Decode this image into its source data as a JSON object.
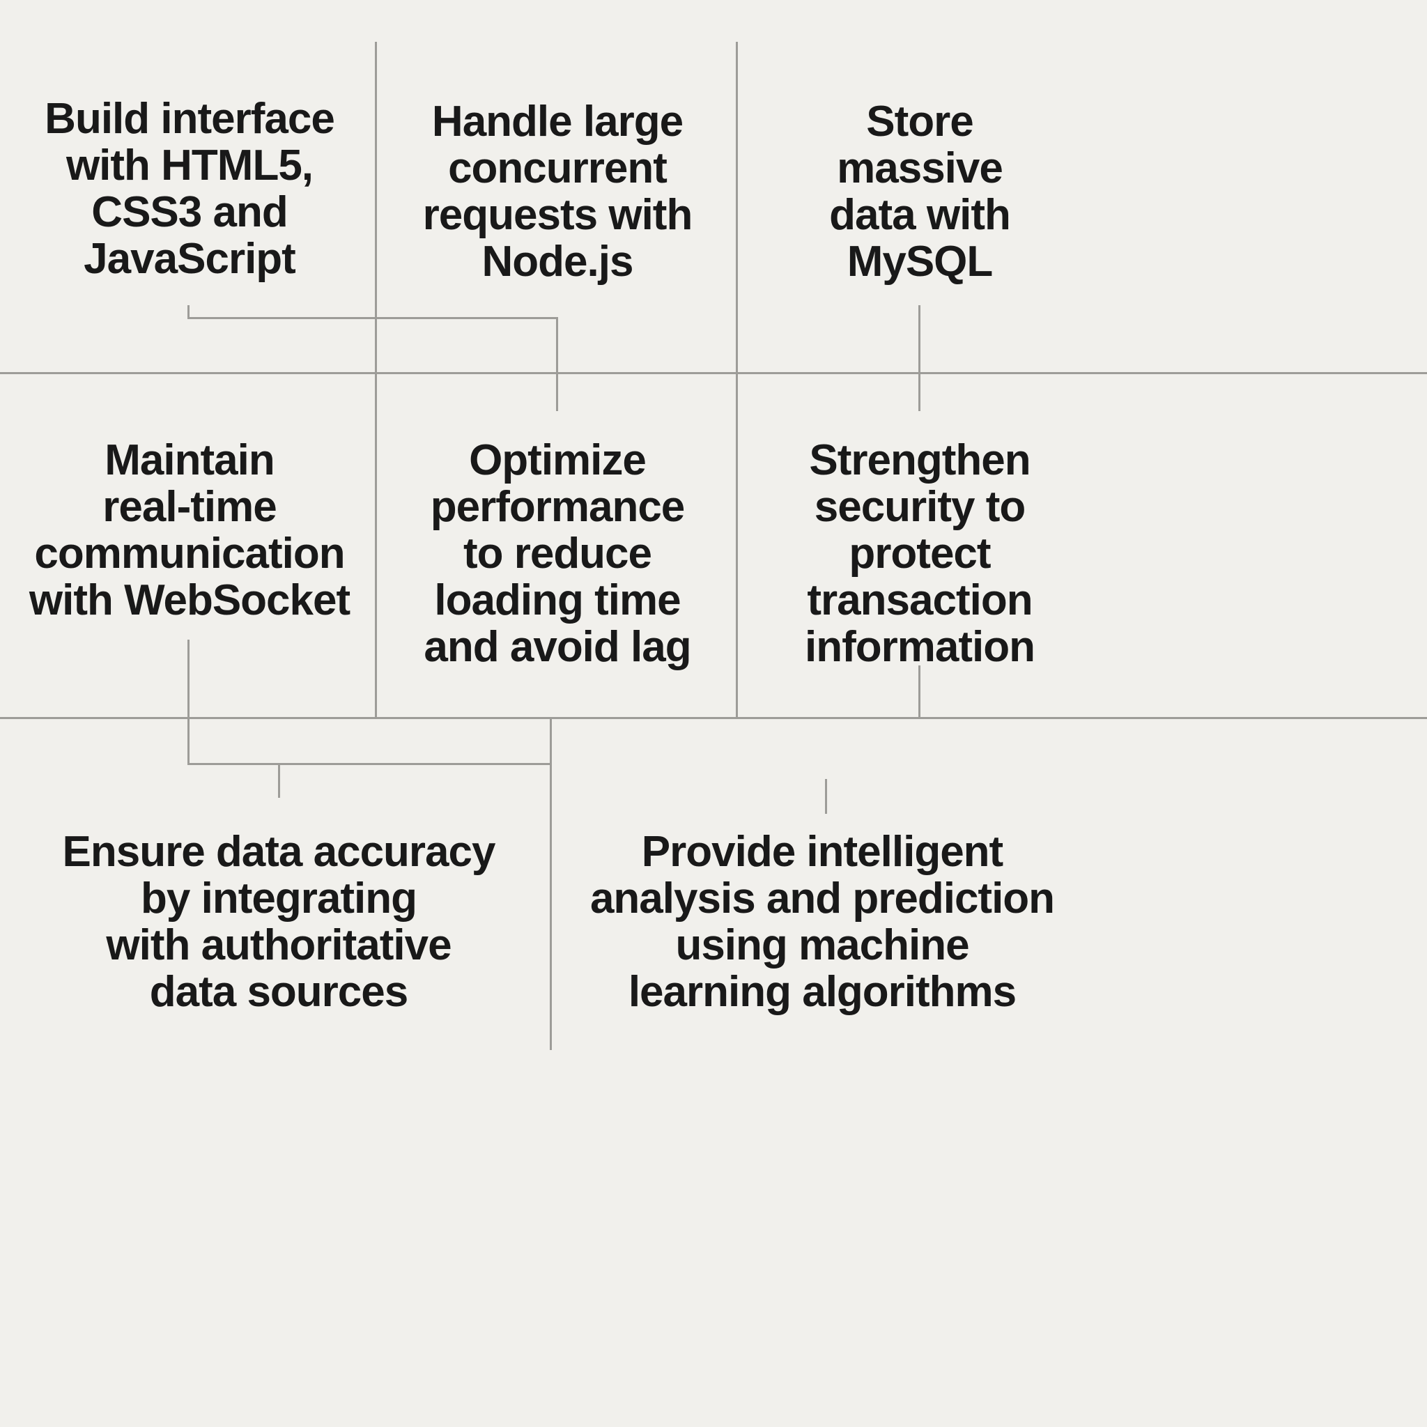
{
  "colors": {
    "bg": "#f1f0ec",
    "line": "#9d9c98",
    "text": "#191919"
  },
  "diagram": {
    "type": "requirements-grid",
    "blocks": {
      "frontend": {
        "text": "Build interface\nwith HTML5,\nCSS3 and\nJavaScript"
      },
      "concurrency": {
        "text": "Handle large\nconcurrent\nrequests with\nNode.js"
      },
      "storage": {
        "text": "Store\nmassive\ndata with\nMySQL"
      },
      "realtime": {
        "text": "Maintain\nreal-time\ncommunication\nwith WebSocket"
      },
      "performance": {
        "text": "Optimize\nperformance\nto reduce\nloading time\nand avoid lag"
      },
      "security": {
        "text": "Strengthen\nsecurity to\nprotect\ntransaction\ninformation"
      },
      "accuracy": {
        "text": "Ensure data accuracy\nby integrating\nwith authoritative\ndata sources"
      },
      "intelligence": {
        "text": "Provide intelligent\nanalysis and prediction\nusing machine\nlearning algorithms"
      }
    }
  }
}
